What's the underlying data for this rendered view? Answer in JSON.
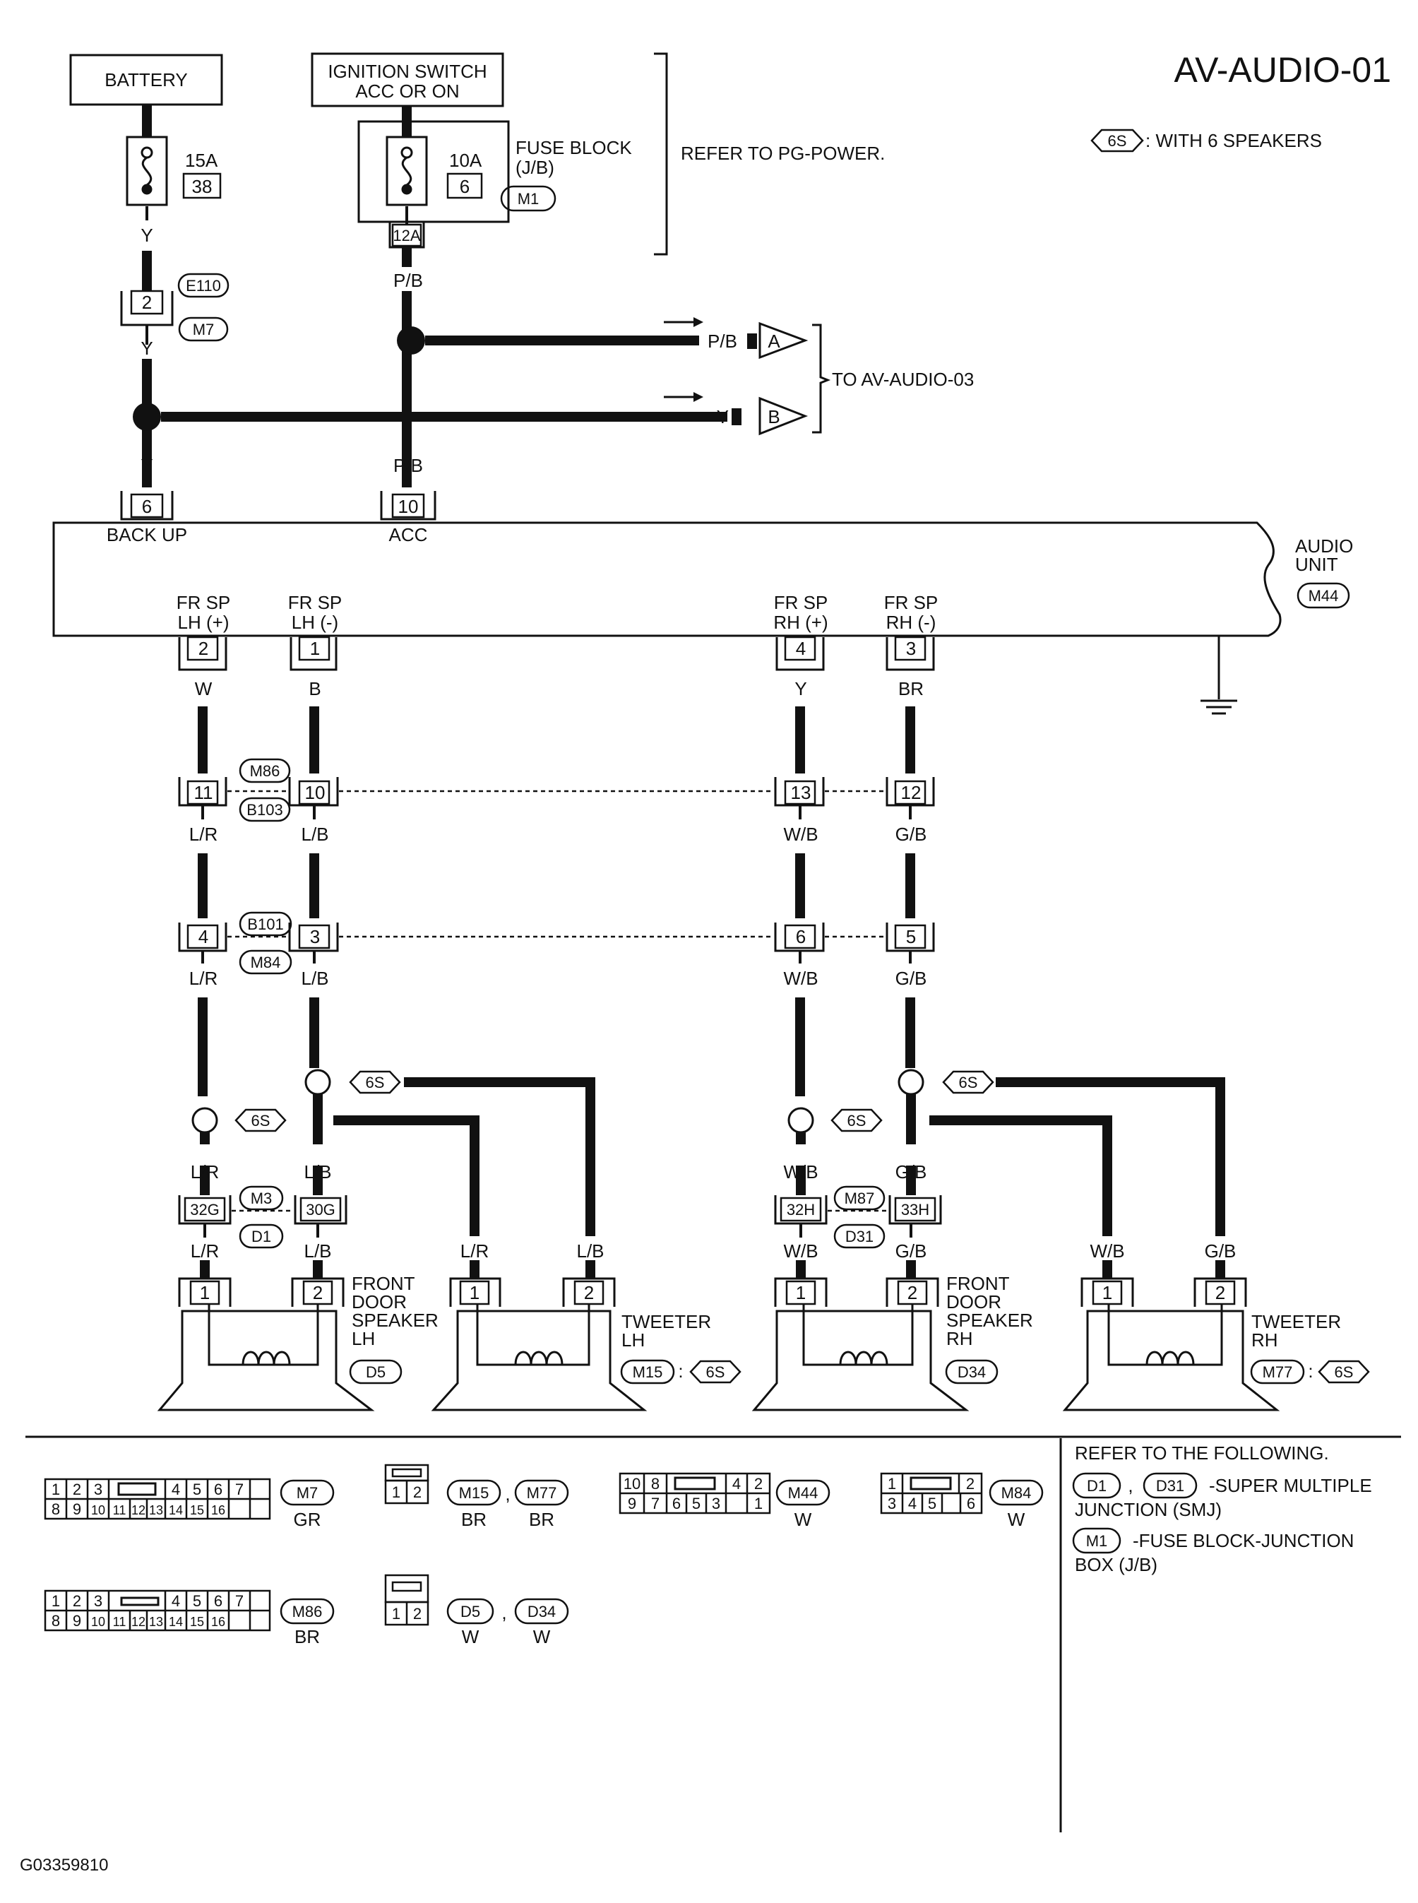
{
  "title": "AV-AUDIO-01",
  "legend": {
    "badge": "6S",
    "text": ": WITH 6 SPEAKERS"
  },
  "power": {
    "battery": "BATTERY",
    "ignition_line1": "IGNITION SWITCH",
    "ignition_line2": "ACC OR ON",
    "fuse1_amp": "15A",
    "fuse1_no": "38",
    "fuse2_amp": "10A",
    "fuse2_no": "6",
    "fuse_block_line1": "FUSE BLOCK",
    "fuse_block_line2": "(J/B)",
    "fuse_block_conn": "M1",
    "fuse_term": "12A",
    "refer": "REFER TO PG-POWER."
  },
  "wires": {
    "Y": "Y",
    "PB": "P/B",
    "W": "W",
    "B": "B",
    "BR": "BR",
    "LR": "L/R",
    "LB": "L/B",
    "WB": "W/B",
    "GB": "G/B"
  },
  "inline1": {
    "pin": "2",
    "c1": "E110",
    "c2": "M7"
  },
  "offpage": {
    "a": "A",
    "b": "B",
    "text": "TO AV-AUDIO-03"
  },
  "audio_unit": {
    "name1": "AUDIO",
    "name2": "UNIT",
    "conn": "M44",
    "backup_pin": "6",
    "backup_label": "BACK UP",
    "acc_pin": "10",
    "acc_label": "ACC",
    "p1_l1": "FR SP",
    "p1_l2": "LH (+)",
    "p1_pin": "2",
    "p2_l1": "FR SP",
    "p2_l2": "LH (-)",
    "p2_pin": "1",
    "p3_l1": "FR SP",
    "p3_l2": "RH (+)",
    "p3_pin": "4",
    "p4_l1": "FR SP",
    "p4_l2": "RH (-)",
    "p4_pin": "3"
  },
  "j1": {
    "c1": "M86",
    "c2": "B103",
    "pins": [
      "11",
      "10",
      "13",
      "12"
    ]
  },
  "j2": {
    "c1": "B101",
    "c2": "M84",
    "pins": [
      "4",
      "3",
      "6",
      "5"
    ]
  },
  "j3": {
    "c1": "M3",
    "c2": "D1",
    "pins": [
      "32G",
      "30G"
    ]
  },
  "j4": {
    "c1": "M87",
    "c2": "D31",
    "pins": [
      "32H",
      "33H"
    ]
  },
  "speakers": {
    "fdl": {
      "l1": "FRONT",
      "l2": "DOOR",
      "l3": "SPEAKER",
      "l4": "LH",
      "conn": "D5",
      "pin1": "1",
      "pin2": "2"
    },
    "twl": {
      "l1": "TWEETER",
      "l2": "LH",
      "conn": "M15",
      "sep": ":",
      "badge": "6S",
      "pin1": "1",
      "pin2": "2"
    },
    "fdr": {
      "l1": "FRONT",
      "l2": "DOOR",
      "l3": "SPEAKER",
      "l4": "RH",
      "conn": "D34",
      "pin1": "1",
      "pin2": "2"
    },
    "twr": {
      "l1": "TWEETER",
      "l2": "RH",
      "conn": "M77",
      "sep": ":",
      "badge": "6S",
      "pin1": "1",
      "pin2": "2"
    }
  },
  "connector_views": {
    "m7": {
      "row1": [
        "1",
        "2",
        "3",
        "",
        "4",
        "5",
        "6",
        "7"
      ],
      "row2": [
        "8",
        "9",
        "10",
        "11",
        "12",
        "13",
        "14",
        "15",
        "16"
      ],
      "name": "M7",
      "color": "GR"
    },
    "m15_m77": {
      "pins": [
        "1",
        "2"
      ],
      "name1": "M15",
      "sep": ",",
      "name2": "M77",
      "color1": "BR",
      "color2": "BR"
    },
    "m44": {
      "row1": [
        "10",
        "8",
        "",
        "4",
        "2"
      ],
      "row2": [
        "9",
        "7",
        "6",
        "5",
        "3",
        "1"
      ],
      "name": "M44",
      "color": "W"
    },
    "m84": {
      "row1": [
        "1",
        "",
        "2"
      ],
      "row2": [
        "3",
        "4",
        "5",
        "6"
      ],
      "name": "M84",
      "color": "W"
    },
    "m86": {
      "row1": [
        "1",
        "2",
        "3",
        "",
        "4",
        "5",
        "6",
        "7"
      ],
      "row2": [
        "8",
        "9",
        "10",
        "11",
        "12",
        "13",
        "14",
        "15",
        "16"
      ],
      "name": "M86",
      "color": "BR"
    },
    "d5_d34": {
      "pins": [
        "1",
        "2"
      ],
      "name1": "D5",
      "sep": ",",
      "name2": "D34",
      "color1": "W",
      "color2": "W"
    }
  },
  "refer_box": {
    "title": "REFER TO THE FOLLOWING.",
    "c1": "D1",
    "sep": ",",
    "c2": "D31",
    "smj1": "-SUPER MULTIPLE",
    "smj2": "JUNCTION (SMJ)",
    "c3": "M1",
    "fb1": "-FUSE BLOCK-JUNCTION",
    "fb2": "BOX (J/B)"
  },
  "footer": {
    "code": "G03359810"
  }
}
